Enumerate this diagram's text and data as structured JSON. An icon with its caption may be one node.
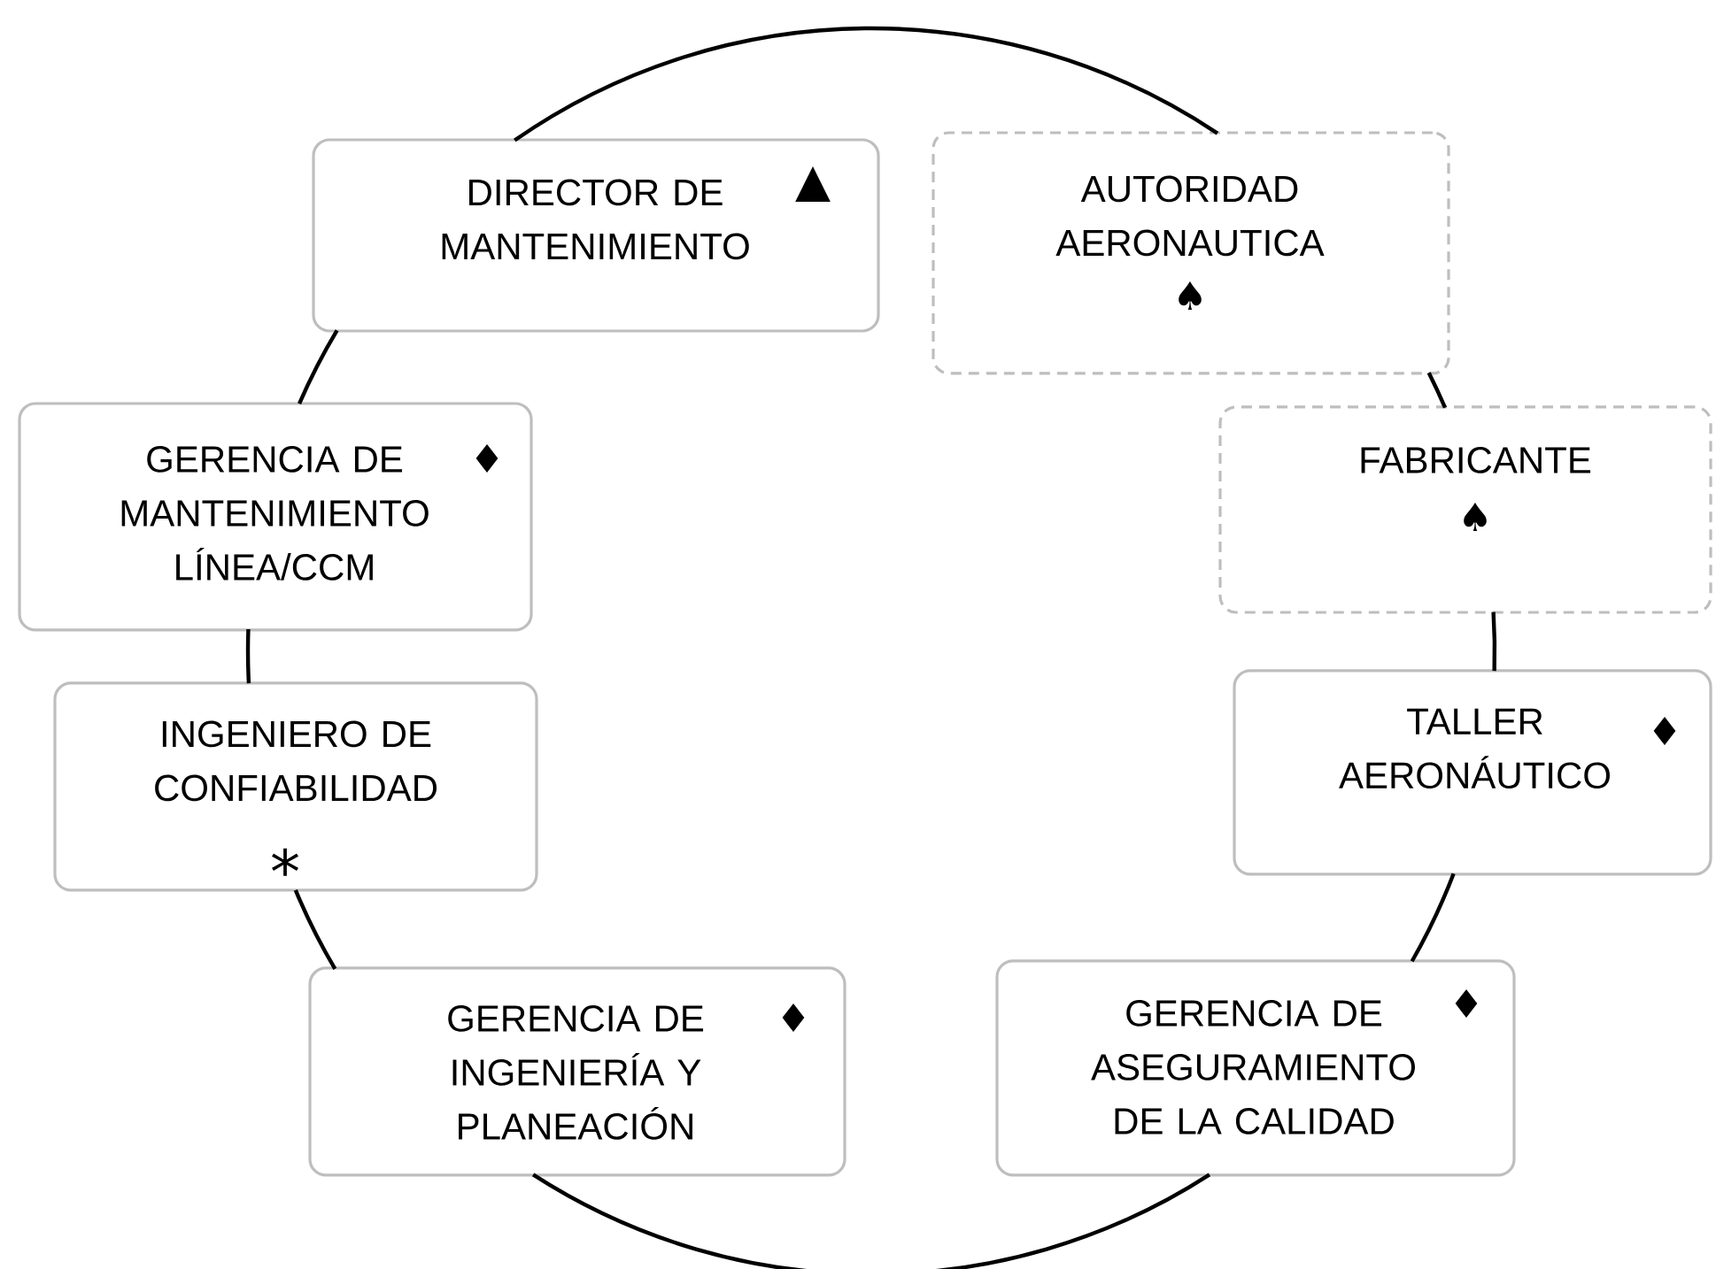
{
  "diagram": {
    "nodes": [
      {
        "text": [
          "DIRECTOR DE MANTENIMIENTO",
          "▲"
        ]
      },
      {
        "text": [
          "AUTORIDAD AERONAUTICA",
          "♠"
        ]
      },
      {
        "text": [
          "GERENCIA DE MANTENIMIENTO LÍNEA/CCM",
          "♦"
        ]
      },
      {
        "text": [
          "FABRICANTE",
          "♠"
        ]
      },
      {
        "text": [
          "INGENIERO DE CONFIABILIDAD",
          "*"
        ]
      },
      {
        "text": [
          "TALLER AERONÁUTICO",
          "♦"
        ]
      },
      {
        "text": [
          "GERENCIA DE INGENIERÍA Y PLANEACIÓN",
          "♦"
        ]
      },
      {
        "text": [
          "GERENCIA DE ASEGURAMIENTO DE LA CALIDAD",
          "♦"
        ]
      }
    ],
    "edges": [
      {
        "from": 0,
        "to": 1,
        "arrow": "none"
      },
      {
        "from": 1,
        "to": 3,
        "arrow": "none"
      },
      {
        "from": 3,
        "to": 5,
        "arrow": "none"
      },
      {
        "from": 5,
        "to": 7,
        "arrow": "none"
      },
      {
        "from": 7,
        "to": 6,
        "arrow": "none"
      },
      {
        "from": 6,
        "to": 4,
        "arrow": "none"
      },
      {
        "from": 4,
        "to": 2,
        "arrow": "none"
      },
      {
        "from": 2,
        "to": 0,
        "arrow": "none"
      }
    ]
  }
}
